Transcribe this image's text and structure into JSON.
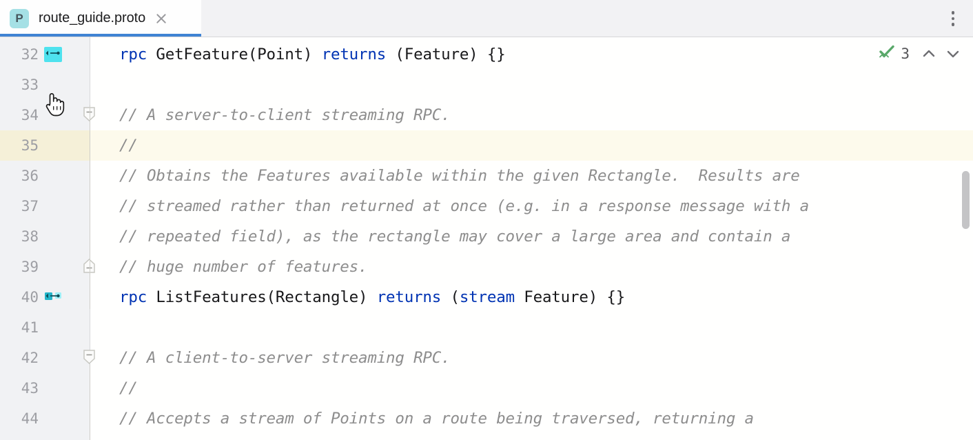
{
  "window": {
    "kebab_menu_label": "More options"
  },
  "tab": {
    "icon_letter": "P",
    "title": "route_guide.proto",
    "close_label": "Close tab",
    "accent_color": "#3f83d3",
    "icon_bg": "#a5e0e5"
  },
  "inspection": {
    "count": "3",
    "status": "ok",
    "prev_label": "Previous highlighted error",
    "next_label": "Next highlighted error",
    "ok_color": "#59a869"
  },
  "editor": {
    "caret_line": 35,
    "gutter_icon_line": 32,
    "keyword_color": "#0033b3",
    "comment_color": "#8d8d8d",
    "lines": [
      {
        "num": "32",
        "tokens": [
          {
            "t": "rpc",
            "c": "kw"
          },
          {
            "t": " GetFeature(Point) ",
            "c": ""
          },
          {
            "t": "returns",
            "c": "kw"
          },
          {
            "t": " (Feature) {}",
            "c": ""
          }
        ]
      },
      {
        "num": "33",
        "tokens": []
      },
      {
        "num": "34",
        "tokens": [
          {
            "t": "// A server-to-client streaming RPC.",
            "c": "cmt"
          }
        ]
      },
      {
        "num": "35",
        "tokens": [
          {
            "t": "//",
            "c": "cmt"
          }
        ]
      },
      {
        "num": "36",
        "tokens": [
          {
            "t": "// Obtains the Features available within the given Rectangle.  Results are",
            "c": "cmt"
          }
        ]
      },
      {
        "num": "37",
        "tokens": [
          {
            "t": "// streamed rather than returned at once (e.g. in a response message with a",
            "c": "cmt"
          }
        ]
      },
      {
        "num": "38",
        "tokens": [
          {
            "t": "// repeated field), as the rectangle may cover a large area and contain a",
            "c": "cmt"
          }
        ]
      },
      {
        "num": "39",
        "tokens": [
          {
            "t": "// huge number of features.",
            "c": "cmt"
          }
        ]
      },
      {
        "num": "40",
        "tokens": [
          {
            "t": "rpc",
            "c": "kw"
          },
          {
            "t": " ListFeatures(Rectangle) ",
            "c": ""
          },
          {
            "t": "returns",
            "c": "kw"
          },
          {
            "t": " (",
            "c": ""
          },
          {
            "t": "stream",
            "c": "kw"
          },
          {
            "t": " Feature) {}",
            "c": ""
          }
        ]
      },
      {
        "num": "41",
        "tokens": []
      },
      {
        "num": "42",
        "tokens": [
          {
            "t": "// A client-to-server streaming RPC.",
            "c": "cmt"
          }
        ]
      },
      {
        "num": "43",
        "tokens": [
          {
            "t": "//",
            "c": "cmt"
          }
        ]
      },
      {
        "num": "44",
        "tokens": [
          {
            "t": "// Accepts a stream of Points on a route being traversed, returning a",
            "c": "cmt"
          }
        ]
      }
    ],
    "gutter_icons": [
      {
        "line": "32",
        "name": "grpc-service-gutter-icon",
        "hovered": true
      },
      {
        "line": "40",
        "name": "grpc-service-gutter-icon",
        "hovered": false
      }
    ],
    "fold_markers": [
      {
        "line": "34",
        "type": "fold-start"
      },
      {
        "line": "39",
        "type": "fold-end"
      },
      {
        "line": "42",
        "type": "fold-start"
      }
    ]
  }
}
